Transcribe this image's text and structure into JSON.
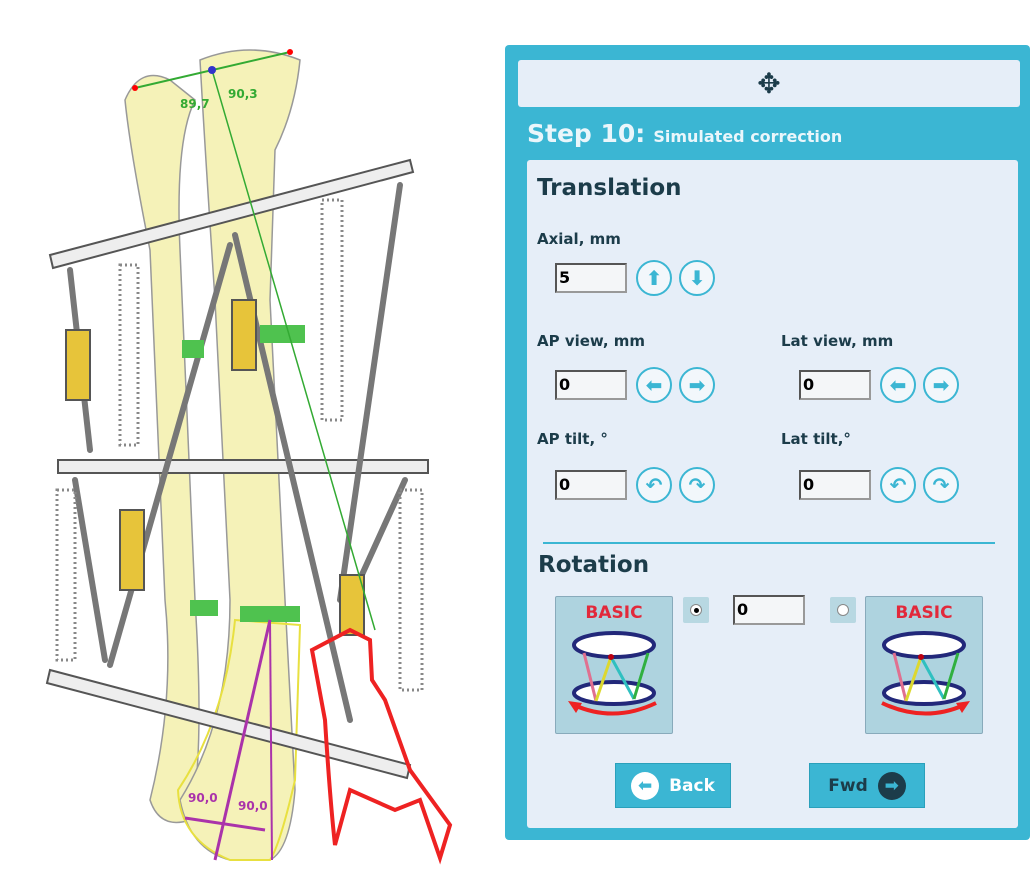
{
  "illustration": {
    "angles": {
      "top_left": "89,7",
      "top_right": "90,3",
      "bottom_left": "90,0",
      "bottom_right": "90,0"
    }
  },
  "panel": {
    "move_icon": "move-arrows-icon",
    "step_number": "Step 10:",
    "step_title": "Simulated correction",
    "translation": {
      "heading": "Translation",
      "axial_label": "Axial, mm",
      "axial_value": "5",
      "ap_view_label": "AP view, mm",
      "ap_view_value": "0",
      "lat_view_label": "Lat view, mm",
      "lat_view_value": "0",
      "ap_tilt_label": "AP tilt, °",
      "ap_tilt_value": "0",
      "lat_tilt_label": "Lat tilt,°",
      "lat_tilt_value": "0"
    },
    "rotation": {
      "heading": "Rotation",
      "left_image_label": "BASIC",
      "right_image_label": "BASIC",
      "value": "0",
      "selected": "left"
    },
    "back_label": "Back",
    "fwd_label": "Fwd",
    "colors": {
      "accent": "#3bb6d3",
      "panel_bg": "#e6eef8",
      "text": "#1c3c4a",
      "basic_red": "#e2293b"
    }
  }
}
